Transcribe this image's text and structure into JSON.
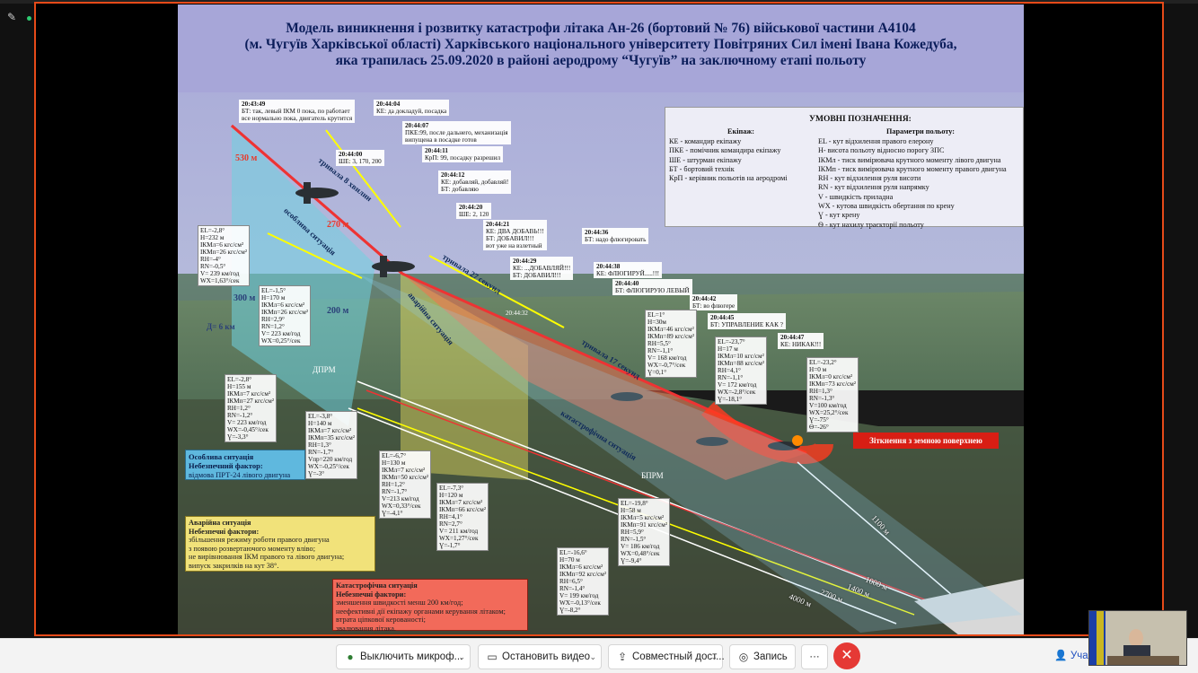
{
  "slide": {
    "title_lines": [
      "Модель виникнення і розвитку катастрофи літака Ан-26 (бортовий № 76) військової частини А4104",
      "(м. Чугуїв Харківської області) Харківського національного університету Повітряних Сил імені Івана Кожедуба,",
      "яка трапилась 25.09.2020 в районі аеродрому  “Чугуїв” на заключному етапі польоту"
    ],
    "legend": {
      "title": "УМОВНІ ПОЗНАЧЕННЯ:",
      "crew_header": "Екіпаж:",
      "crew": [
        "КЕ - командир екіпажу",
        "ПКЕ - помічник командира екіпажу",
        "ШЕ - штурман екіпажу",
        "БТ - бортовий технік",
        "КрП - керівник польотів на аеродромі"
      ],
      "params_header": "Параметри польоту:",
      "params": [
        "EL - кут відхилення правого елерону",
        "H- висота польоту відносно порогу ЗПС",
        "ІКМл - тиск вимірювача крутного моменту лівого двигуна",
        "ІКМп - тиск вимірювача крутного моменту правого двигуна",
        "RH - кут відхилення руля висоти",
        "RN - кут відхилення руля напрямку",
        "V - швидкість приладна",
        "WX - кутова швидкість обертання по крену",
        "Ɣ - кут крену",
        "Ѳ - кут нахилу траєкторії польоту"
      ]
    },
    "timestamps": [
      {
        "time": "20:43:49",
        "text": "БТ: так, левый ІКМ 0 пока, по работает\nвсе нормально пока, двигатель крутится"
      },
      {
        "time": "20:44:04",
        "text": "КЕ: да докладуй, посадка"
      },
      {
        "time": "20:44:07",
        "text": "ПКЕ:99, после дальнего, механизація\nвипущена в посадке готов"
      },
      {
        "time": "20:44:00",
        "text": "ШЕ: 3, 170, 200"
      },
      {
        "time": "20:44:11",
        "text": "КрП: 99, посадку разрешил"
      },
      {
        "time": "20:44:12",
        "text": "КЕ: добавляй, добавляй!\nБТ: добавляю"
      },
      {
        "time": "20:44:20",
        "text": "ШЕ: 2, 120"
      },
      {
        "time": "20:44:21",
        "text": "КЕ: ДВА ДОБАВЬ!!!\nБТ: ДОБАВИЛ!!!\nвот уже на взлетный"
      },
      {
        "time": "20:44:29",
        "text": "КЕ: ...ДОБАВЛЯЙ!!!\nБТ: ДОБАВИЛ!!!"
      },
      {
        "time": "20:44:36",
        "text": "БТ: надо флюгировать"
      },
      {
        "time": "20:44:38",
        "text": "КЕ: ФЛЮГИРУЙ.....!!!"
      },
      {
        "time": "20:44:40",
        "text": "БТ: ФЛЮГИРУЮ ЛЕВЫЙ"
      },
      {
        "time": "20:44:42",
        "text": "БТ: во флюгере"
      },
      {
        "time": "20:44:45",
        "text": "БТ: УПРАВЛЕНИЕ КАК ?"
      },
      {
        "time": "20:44:47",
        "text": "КЕ: НИКАК!!!"
      }
    ],
    "params_blocks": [
      "EL=-2,8°\nH=232 м\nІКМл=6 кгс/см²\nІКМп=26 кгс/см²\nRH=-4°\nRN=-0,5°\nV= 239 км/год\nWX=1,63°/сек",
      "EL=-1,5°\nH=170 м\nІКМл=6 кгс/см²\nІКМп=26 кгс/см²\nRH=2,9°\nRN=1,2°\nV= 223 км/год\nWX=0,25°/сек",
      "EL=-2,8°\nH=155 м\nІКМл=7 кгс/см²\nІКМп=27 кгс/см²\nRH=1,2°\nRN=-1,2°\nV= 223 км/год\nWX=-0,45°/сек\nƔ=-3,3°",
      "EL=-3,8°\nH=140 м\nІКМл=7 кгс/см²\nІКМп=35 кгс/см²\nRH=1,3°\nRN=-1,7°\nVпр=220 км/год\nWX=-0,25°/сек\nƔ=-3°",
      "EL=-6,7°\nH=130 м\nІКМл=7 кгс/см²\nІКМп=50 кгс/см²\nRH=1,2°\nRN=-1,7°\nV=213 км/год\nWX=0,33°/сек\nƔ=-4,1°",
      "EL=-7,3°\nH=120 м\nІКМл=7 кгс/см²\nІКМп=66 кгс/см²\nRH=4,1°\nRN=2,7°\nV= 211 км/год\nWX=1,27°/сек\nƔ=-1,7°",
      "EL=1°\nH=30м\nІКМл=46 кгс/см²\nІКМп=89 кгс/см²\nRH=5,5°\nRN=-1,1°\nV= 168 км/год\nWX=-0,7°/сек\nƔ=0,1°",
      "EL=-23,7°\nH=17 м\nІКМл=10 кгс/см²\nІКМп=88 кгс/см²\nRH=4,1°\nRN=-1,1°\nV= 172 км/год\nWX=-2,8°/сек\nƔ=-18,1°",
      "EL=-23,2°\nH=0 м\nІКМл=0 кгс/см²\nІКМп=73 кгс/см²\nRH=1,3°\nRN=-1,3°\nV=100 км/год\nWX=25,2°/сек\nƔ=-75°\nѲ=-26°",
      "EL=-19,8°\nH=58 м\nІКМл=5 кгс/см²\nІКМп=91 кгс/см²\nRH=5,9°\nRN=-1,5°\nV= 186 км/год\nWX=0,48°/сек\nƔ=-9,4°",
      "EL=-16,6°\nH=70 м\nІКМл=6 кгс/см²\nІКМп=92 кгс/см²\nRH=6,5°\nRN=-1,4°\nV= 199 км/год\nWX=-0,13°/сек\nƔ=-8,2°"
    ],
    "labels": {
      "alt_530": "530 м",
      "alt_270": "270 м",
      "alt_300": "300 м",
      "alt_200": "200 м",
      "d_6km": "Д= 6 км",
      "dprm": "ДПРМ",
      "bprm": "БПРМ",
      "lasted_8": "тривала 8 хвилин",
      "lasted_27": "тривала 27 секунд",
      "lasted_17": "тривала 17 секунд",
      "special": "особлива ситуація",
      "emergency": "аварійна ситуація",
      "catastrophic": "катастрофічна ситуація",
      "d1100": "1100 м",
      "d1000": "1000 м",
      "d1400": "1400 м",
      "d2700": "2700 м",
      "d4000": "4000 м",
      "time_20_44_32": "20:44:32"
    },
    "box_special": {
      "title": "Особлива ситуація",
      "factor": "Небезпечний фактор:",
      "text": "відмова ПРТ-24 лівого двигуна"
    },
    "box_emergency": {
      "title": "Аварійна ситуація",
      "factor": "Небезпечні фактори:",
      "lines": [
        "збільшення режиму роботи правого двигуна",
        "з появою розвертаючого моменту вліво;",
        "не вирівнювання ІКМ правого та лівого двигуна;",
        "випуск закрилків на кут 38°."
      ]
    },
    "box_catastrophic": {
      "title": "Катастрофічна ситуація",
      "factor": "Небезпечні фактори:",
      "lines": [
        "зменшення швидкості менш 200 км/год;",
        "неефективні дії екіпажу органами керування літаком;",
        "втрата ціпкової керованості;",
        "звалювання літака."
      ]
    },
    "collision": "Зіткнення з земною поверхнею"
  },
  "toolbar": {
    "mic": "Выключить микроф...",
    "video": "Остановить видео",
    "share": "Совместный дост...",
    "record": "Запись",
    "more": "···",
    "participants": "Уча"
  },
  "colors": {
    "accent_red": "#e53935",
    "frame": "#e64a19",
    "participants": "#1f4fbf"
  }
}
